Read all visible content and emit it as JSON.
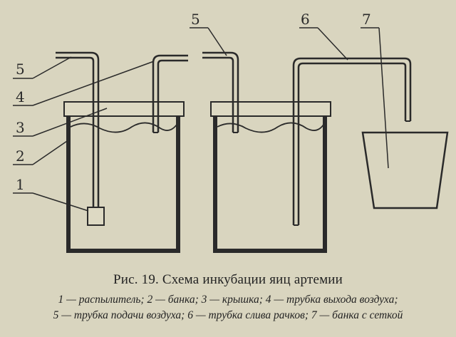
{
  "callouts": {
    "left": [
      "5",
      "4",
      "3",
      "2",
      "1"
    ],
    "top": [
      "5",
      "6",
      "7"
    ]
  },
  "caption": {
    "title": "Рис. 19. Схема инкубации яиц артемии",
    "legend_line1": "1 — распылитель; 2 — банка; 3 — крышка; 4 — трубка выхода воздуха;",
    "legend_line2": "5 — трубка подачи воздуха; 6 — трубка слива рачков; 7 — банка с сеткой"
  },
  "colors": {
    "background": "#d9d5bf",
    "ink": "#2a2a2a"
  }
}
